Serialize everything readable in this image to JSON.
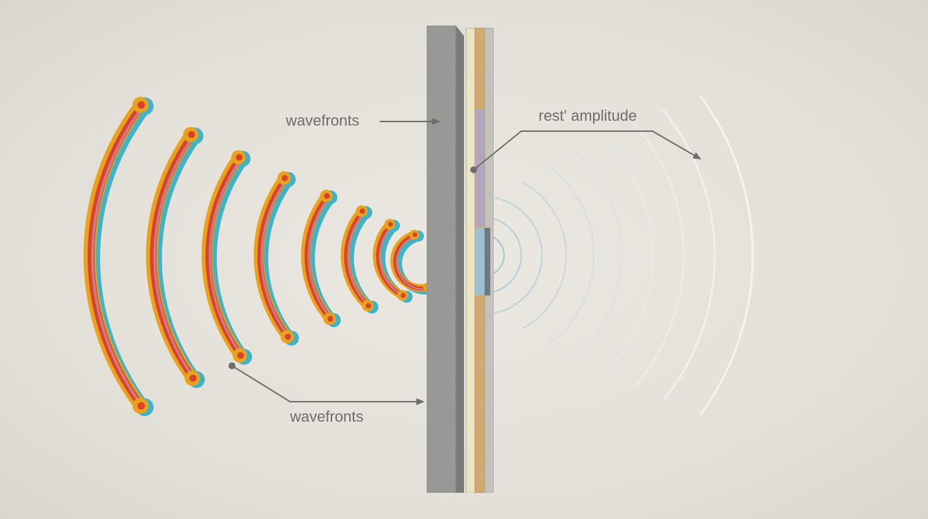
{
  "labels": {
    "top_left": "wavefronts",
    "bottom_left": "wavefronts",
    "top_right": "rest' amplitude"
  },
  "colors": {
    "background": "#e4e1da",
    "wave_orange": "#e8a21f",
    "wave_red": "#d8432b",
    "wave_pink": "#d07a83",
    "wave_cyan": "#3fb3c8",
    "wall_front": "#9b9b99",
    "wall_side": "#7d7d7b",
    "layer_cream": "#efe8c8",
    "layer_tan": "#d6ad72",
    "layer_purple": "#b8a8c0",
    "layer_blue": "#9ec4d6",
    "layer_grey": "#c9c6c2",
    "transmitted_wave": "#f6f4ef",
    "annotation": "#6e6d69"
  }
}
